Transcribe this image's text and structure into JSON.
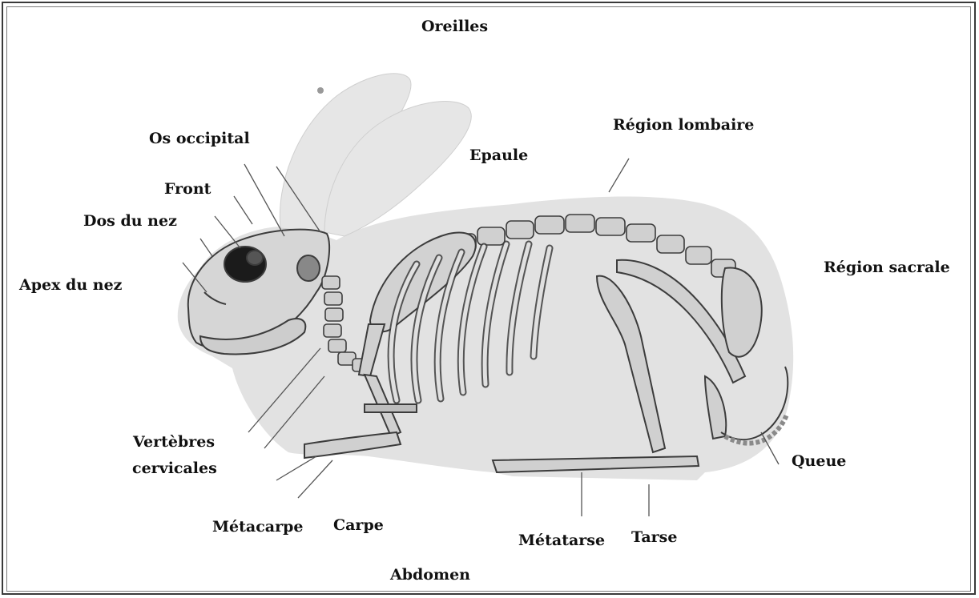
{
  "labels": {
    "oreilles": "Oreilles",
    "os_occipital": "Os occipital",
    "front": "Front",
    "dos_du_nez": "Dos du nez",
    "apex_du_nez": "Apex du nez",
    "epaule": "Epaule",
    "region_lombaire": "Région lombaire",
    "region_sacrale": "Région sacrale",
    "vertebres_line1": "Vertèbres",
    "vertebres_line2": "cervicales",
    "metacarpe": "Métacarpe",
    "carpe": "Carpe",
    "abdomen": "Abdomen",
    "metatarse": "Métatarse",
    "tarse": "Tarse",
    "queue": "Queue"
  },
  "colors": {
    "body_fill": "#e2e2e2",
    "ear_fill": "#e8e8e8",
    "bone_fill": "#d4d4d4",
    "bone_stroke": "#3c3c3c",
    "leader_line": "#555555",
    "text": "#111111"
  }
}
